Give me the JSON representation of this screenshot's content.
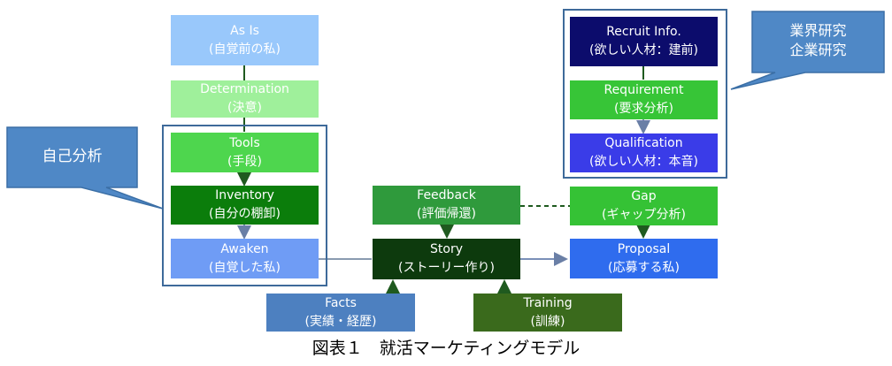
{
  "nodes": {
    "asis": {
      "title": "As Is",
      "sub": "(自覚前の私)",
      "color": "#99c8fb"
    },
    "determination": {
      "title": "Determination",
      "sub": "(決意)",
      "color": "#9ff09b"
    },
    "tools": {
      "title": "Tools",
      "sub": "(手段)",
      "color": "#4ed64e"
    },
    "inventory": {
      "title": "Inventory",
      "sub": "(自分の棚卸)",
      "color": "#0b7d0b"
    },
    "awaken": {
      "title": "Awaken",
      "sub": "(自覚した私)",
      "color": "#6f9cf5"
    },
    "feedback": {
      "title": "Feedback",
      "sub": "(評価帰還)",
      "color": "#2f9a3c"
    },
    "story": {
      "title": "Story",
      "sub": "(ストーリー作り)",
      "color": "#0d3a0d"
    },
    "facts": {
      "title": "Facts",
      "sub": "(実績・経歴)",
      "color": "#4d80c0"
    },
    "training": {
      "title": "Training",
      "sub": "(訓練)",
      "color": "#3a6a1c"
    },
    "recruit": {
      "title": "Recruit Info.",
      "sub": "(欲しい人材：建前)",
      "color": "#0c0c6c"
    },
    "requirement": {
      "title": "Requirement",
      "sub": "(要求分析)",
      "color": "#37c537"
    },
    "qualification": {
      "title": "Qualification",
      "sub": "(欲しい人材：本音)",
      "color": "#3a3ce8"
    },
    "gap": {
      "title": "Gap",
      "sub": "(ギャップ分析)",
      "color": "#35c235"
    },
    "proposal": {
      "title": "Proposal",
      "sub": "(応募する私)",
      "color": "#2f6cee"
    }
  },
  "callouts": {
    "self": {
      "line1": "自己分析",
      "color": "#4f88c6"
    },
    "industry": {
      "line1": "業界研究",
      "line2": "企業研究",
      "color": "#4f88c6"
    }
  },
  "caption": "図表１　就活マーケティングモデル",
  "colors": {
    "frame": "#3e6a9a",
    "connector_gray": "#8a9bb0",
    "connector_dark": "#1f5a1f",
    "dashed": "#1e5a1e"
  }
}
